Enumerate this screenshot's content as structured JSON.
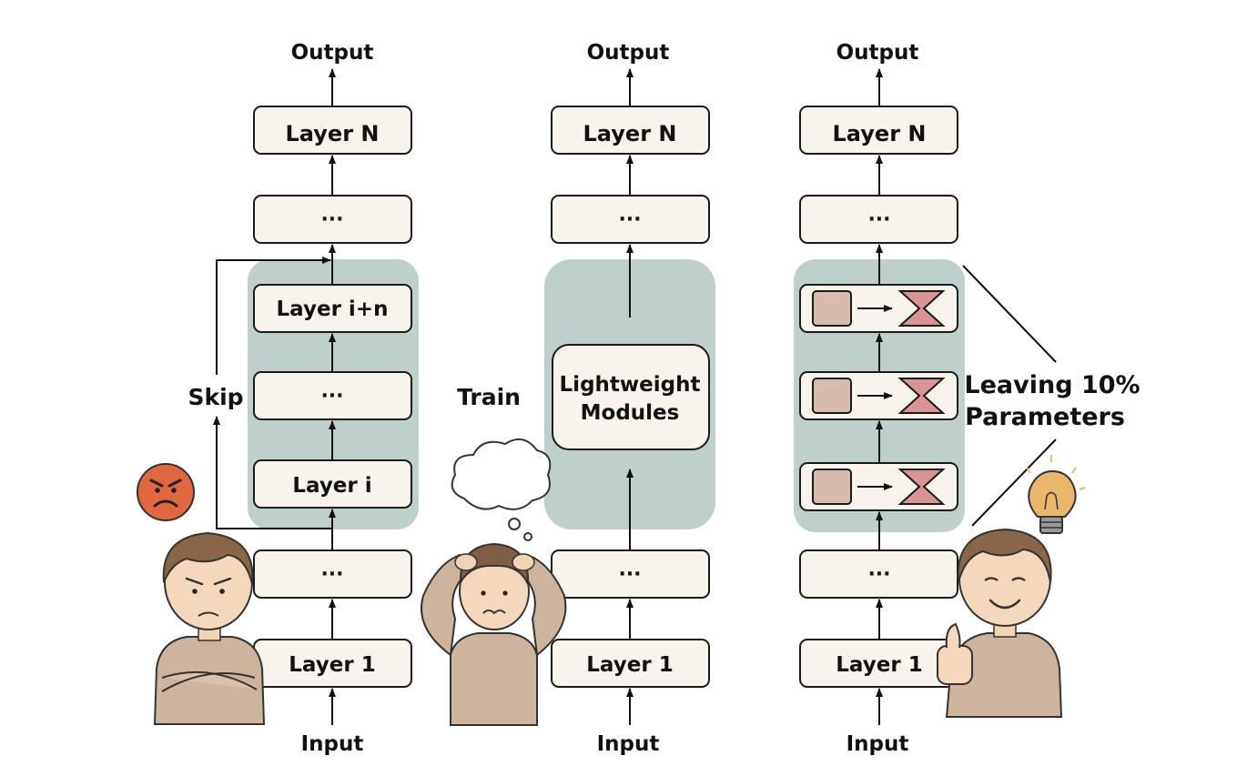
{
  "left_panel": {
    "output": "Output",
    "layer_n": "Layer N",
    "dots_top": "···",
    "layer_i_n": "Layer i+n",
    "dots_mid": "···",
    "layer_i": "Layer i",
    "dots_low": "···",
    "layer_1": "Layer 1",
    "input": "Input",
    "side_label": "Skip"
  },
  "middle_panel": {
    "output": "Output",
    "layer_n": "Layer N",
    "dots_top": "···",
    "module_line1": "Lightweight",
    "module_line2": "Modules",
    "dots_low": "···",
    "layer_1": "Layer 1",
    "input": "Input",
    "side_label": "Train"
  },
  "right_panel": {
    "output": "Output",
    "layer_n": "Layer N",
    "dots_top": "···",
    "dots_low": "···",
    "layer_1": "Layer 1",
    "input": "Input",
    "callout_line1": "Leaving 10%",
    "callout_line2": "Parameters"
  },
  "colors": {
    "box_fill": "#f8f4ec",
    "group_fill": "#bfcfcb",
    "angry_face": "#e0673f",
    "square_fill": "#d7bcae",
    "hourglass_fill": "#d99596",
    "bulb": "#e9b66c"
  },
  "icons": [
    "angry-emoji-icon",
    "thought-cloud-icon",
    "lightbulb-icon",
    "angry-person-icon",
    "stressed-person-icon",
    "happy-person-icon"
  ]
}
